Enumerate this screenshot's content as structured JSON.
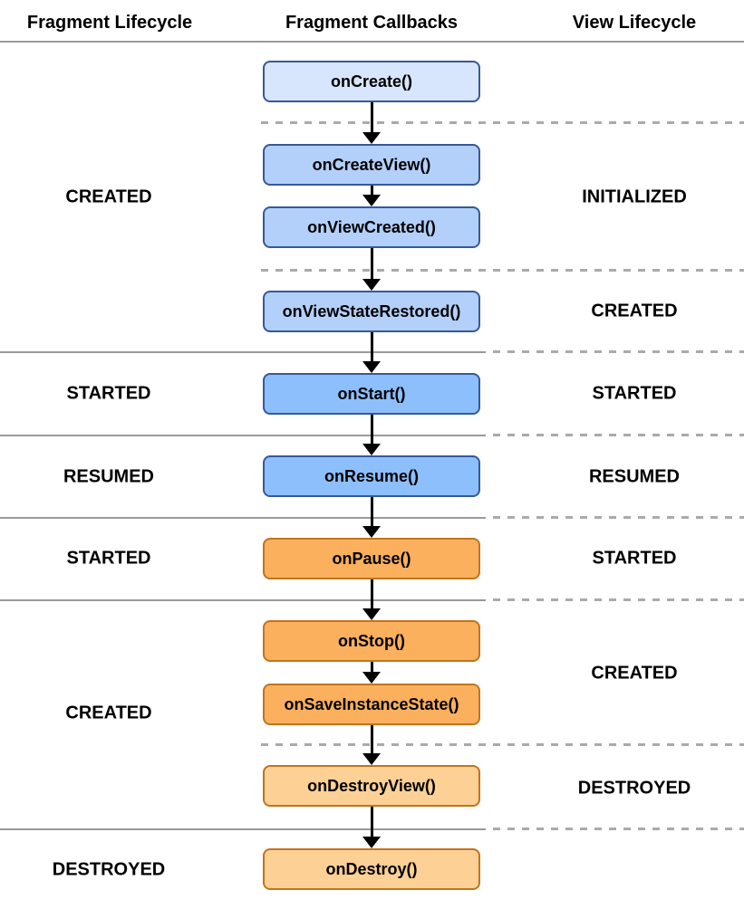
{
  "header": {
    "fragment_lifecycle": "Fragment Lifecycle",
    "fragment_callbacks": "Fragment Callbacks",
    "view_lifecycle": "View Lifecycle"
  },
  "callbacks": [
    {
      "label": "onCreate()"
    },
    {
      "label": "onCreateView()"
    },
    {
      "label": "onViewCreated()"
    },
    {
      "label": "onViewStateRestored()"
    },
    {
      "label": "onStart()"
    },
    {
      "label": "onResume()"
    },
    {
      "label": "onPause()"
    },
    {
      "label": "onStop()"
    },
    {
      "label": "onSaveInstanceState()"
    },
    {
      "label": "onDestroyView()"
    },
    {
      "label": "onDestroy()"
    }
  ],
  "fragment_states": [
    "CREATED",
    "STARTED",
    "RESUMED",
    "STARTED",
    "CREATED",
    "DESTROYED"
  ],
  "view_states": [
    "INITIALIZED",
    "CREATED",
    "STARTED",
    "RESUMED",
    "STARTED",
    "CREATED",
    "DESTROYED"
  ],
  "colors": {
    "blue_lightest_fill": "#d7e6fc",
    "blue_light_fill": "#b3d0fa",
    "blue_mid_fill": "#8cbffb",
    "blue_border": "#35599a",
    "orange_fill": "#fbb05e",
    "orange_light_fill": "#fdd096",
    "orange_border": "#c0751c",
    "divider_solid": "#9a9a9a",
    "divider_dashed": "#aaaaaa",
    "arrow": "#000000",
    "text": "#000000"
  }
}
